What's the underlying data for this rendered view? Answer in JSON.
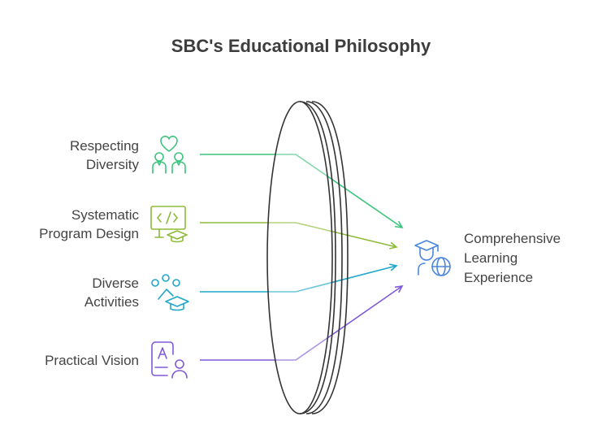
{
  "title": "SBC's Educational Philosophy",
  "inputs": [
    {
      "line1": "Respecting",
      "line2": "Diversity",
      "color": "#3cc47c",
      "icon": "diversity-people-heart-icon"
    },
    {
      "line1": "Systematic",
      "line2": "Program Design",
      "color": "#8dbb3a",
      "icon": "code-screen-graduation-icon"
    },
    {
      "line1": "Diverse",
      "line2": "Activities",
      "color": "#1fa7c9",
      "icon": "activities-graduation-icon"
    },
    {
      "line1": "Practical Vision",
      "line2": "",
      "color": "#7f5ad8",
      "icon": "document-person-icon"
    }
  ],
  "output": {
    "line1": "Comprehensive",
    "line2": "Learning",
    "line3": "Experience",
    "color": "#4a86e0",
    "icon": "graduate-globe-icon"
  },
  "lens": {
    "icon": "lens",
    "color": "#333333"
  }
}
